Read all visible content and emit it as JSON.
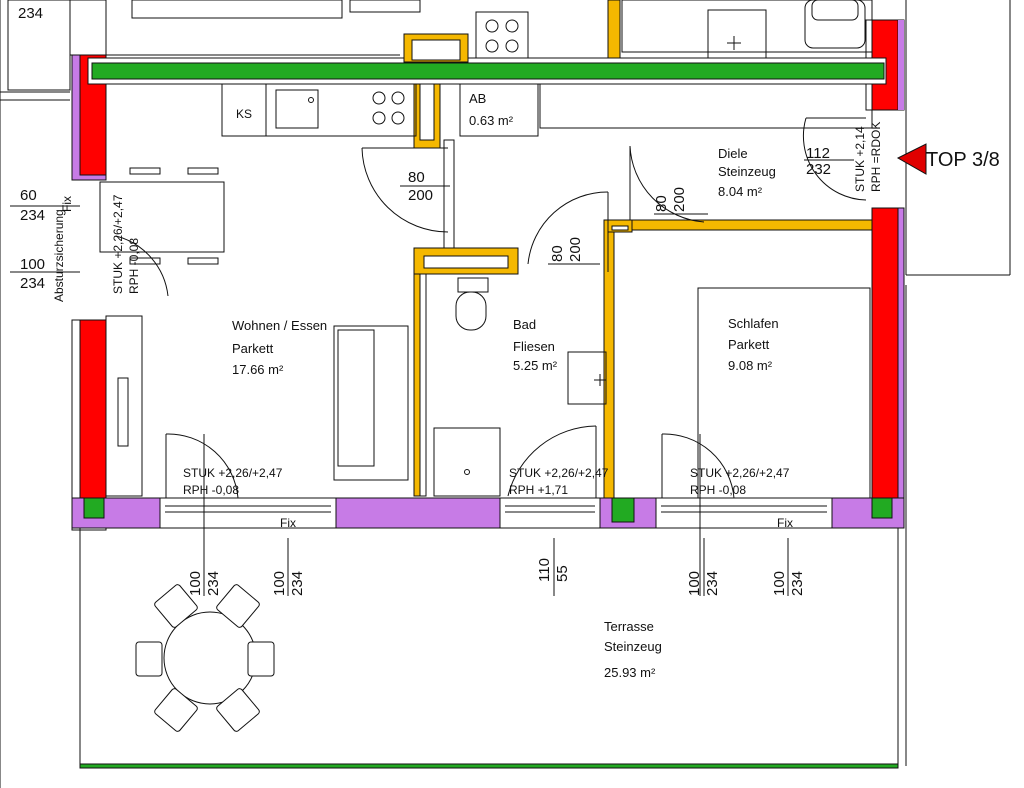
{
  "colors": {
    "outer_wall": "#ff0000",
    "inner_wall": "#f5b800",
    "green_beam": "#22aa22",
    "window_sill": "#c77be6",
    "pointer": "#e00000"
  },
  "rooms": {
    "wohnen": {
      "name": "Wohnen / Essen",
      "floor": "Parkett",
      "area": "17.66 m²"
    },
    "bad": {
      "name": "Bad",
      "floor": "Fliesen",
      "area": "5.25 m²"
    },
    "schlafen": {
      "name": "Schlafen",
      "floor": "Parkett",
      "area": "9.08 m²"
    },
    "diele": {
      "name": "Diele",
      "floor": "Steinzeug",
      "area": "8.04 m²"
    },
    "ab": {
      "name": "AB",
      "area": "0.63 m²"
    },
    "terrasse": {
      "name": "Terrasse",
      "floor": "Steinzeug",
      "area": "25.93 m²"
    }
  },
  "unit_tag": "TOP 3/8",
  "appliance_ks": "KS",
  "top_left_dim": "234",
  "left_window": {
    "w1": "60",
    "h1": "234",
    "w2": "100",
    "h2": "234",
    "fix": "Fix",
    "absturz": "Absturzsicherung"
  },
  "doors": {
    "wohnen": {
      "w": "80",
      "h": "200"
    },
    "bad": {
      "w": "80",
      "h": "200"
    },
    "diele": {
      "w": "80",
      "h": "200"
    },
    "entry": {
      "w": "112",
      "h": "232"
    }
  },
  "level_notes": {
    "wohnen_left": {
      "stuk": "STUK +2,26/+2,47",
      "rph": "RPH -0,08"
    },
    "wohnen": {
      "stuk": "STUK +2,26/+2,47",
      "rph": "RPH   -0,08"
    },
    "bad": {
      "stuk": "STUK +2,26/+2,47",
      "rph": "RPH  +1,71"
    },
    "schlafen": {
      "stuk": "STUK +2,26/+2,47",
      "rph": "RPH   -0,08"
    },
    "entry": {
      "stuk": "STUK +2,14",
      "rph": "RPH =RDOK"
    }
  },
  "south_windows": [
    {
      "w": "100",
      "h": "234"
    },
    {
      "w": "100",
      "h": "234"
    },
    {
      "w": "110",
      "h": "55"
    },
    {
      "w": "100",
      "h": "234"
    },
    {
      "w": "100",
      "h": "234"
    }
  ],
  "fix_labels": {
    "a": "Fix",
    "b": "Fix"
  }
}
